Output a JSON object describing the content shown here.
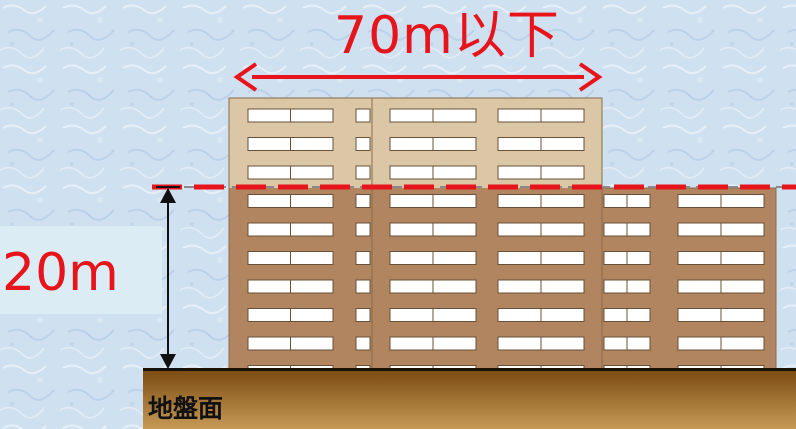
{
  "labels": {
    "width_limit": "70m以下",
    "height_limit": "20m",
    "ground": "地盤面"
  },
  "colors": {
    "background": "#cfe0f1",
    "building_upper": "#dbc6a6",
    "building_lower": "#b08560",
    "ground_top": "#7a4a12",
    "ground_bottom": "#c69a55",
    "limit_line": "#e8141b",
    "arrow": "#e8141b",
    "dimension": "#111111",
    "window": "#ffffff"
  }
}
